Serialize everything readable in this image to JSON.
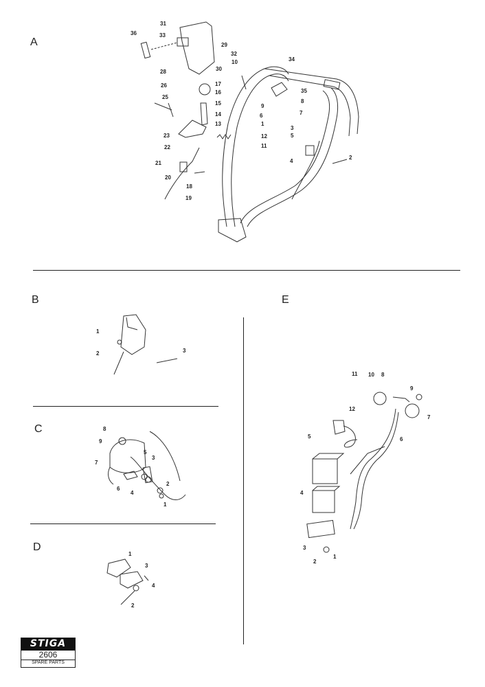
{
  "sections": {
    "a": {
      "label": "A",
      "callouts": [
        "36",
        "31",
        "33",
        "29",
        "32",
        "30",
        "10",
        "28",
        "34",
        "35",
        "26",
        "17",
        "16",
        "8",
        "9",
        "25",
        "15",
        "6",
        "7",
        "14",
        "23",
        "13",
        "1",
        "22",
        "3",
        "12",
        "5",
        "11",
        "4",
        "2",
        "21",
        "20",
        "18",
        "19"
      ]
    },
    "b": {
      "label": "B",
      "callouts": [
        "1",
        "2",
        "3"
      ]
    },
    "c": {
      "label": "C",
      "callouts": [
        "8",
        "9",
        "7",
        "5",
        "3",
        "6",
        "4",
        "2",
        "1"
      ]
    },
    "d": {
      "label": "D",
      "callouts": [
        "1",
        "3",
        "4",
        "2"
      ]
    },
    "e": {
      "label": "E",
      "callouts": [
        "11",
        "10",
        "8",
        "9",
        "12",
        "7",
        "6",
        "5",
        "4",
        "3",
        "2",
        "1"
      ]
    }
  },
  "logo": {
    "brand": "STIGA",
    "model": "2606",
    "subtitle": "SPARE PARTS"
  }
}
